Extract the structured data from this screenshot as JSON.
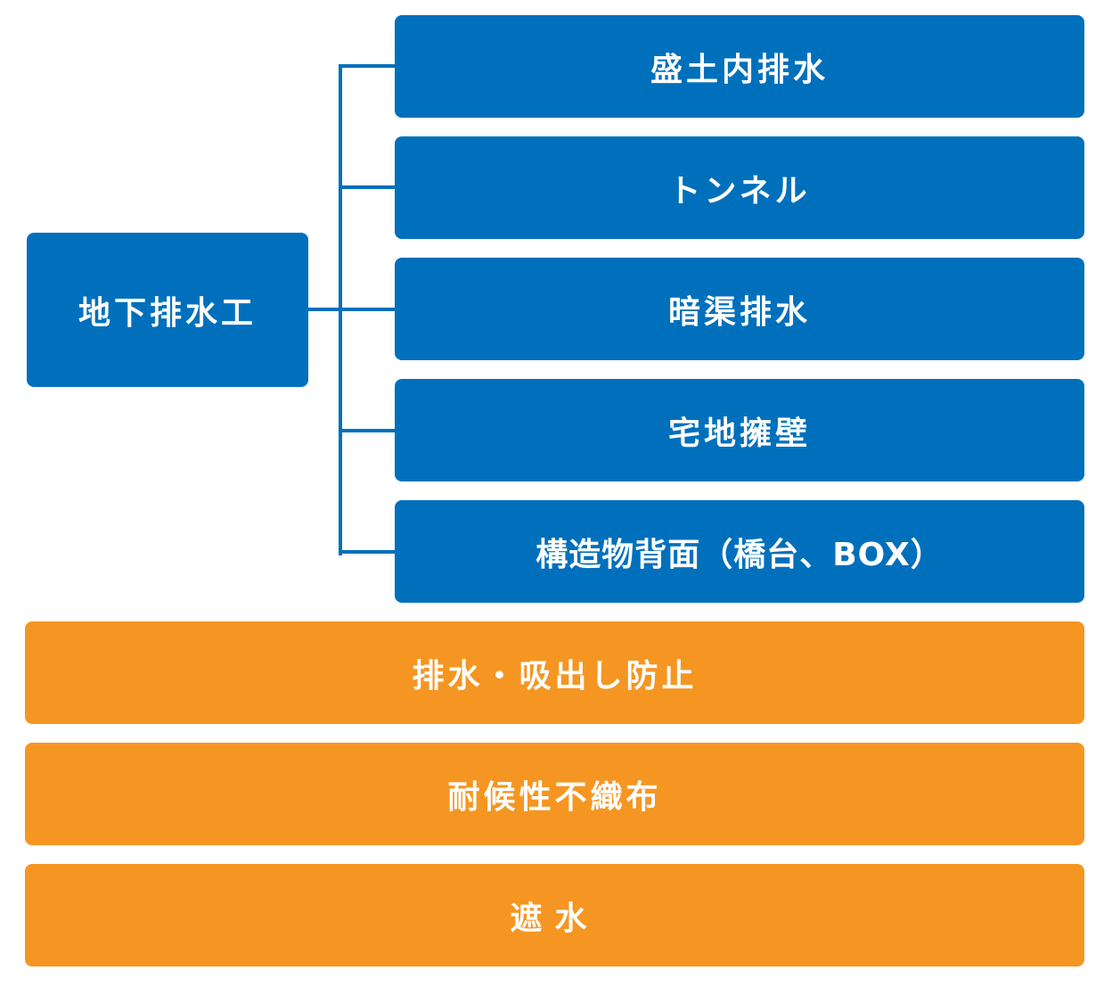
{
  "colors": {
    "primary_blue": "#0070BC",
    "accent_orange": "#F59622",
    "text": "#FFFFFF"
  },
  "diagram": {
    "root": {
      "label": "地下排水工"
    },
    "branches": [
      {
        "label": "盛土内排水"
      },
      {
        "label": "トンネル"
      },
      {
        "label": "暗渠排水"
      },
      {
        "label": "宅地擁壁"
      },
      {
        "label": "構造物背面（橋台、BOX）"
      }
    ],
    "functions": [
      {
        "label": "排水・吸出し防止"
      },
      {
        "label": "耐候性不織布"
      },
      {
        "label": "遮水"
      }
    ]
  }
}
